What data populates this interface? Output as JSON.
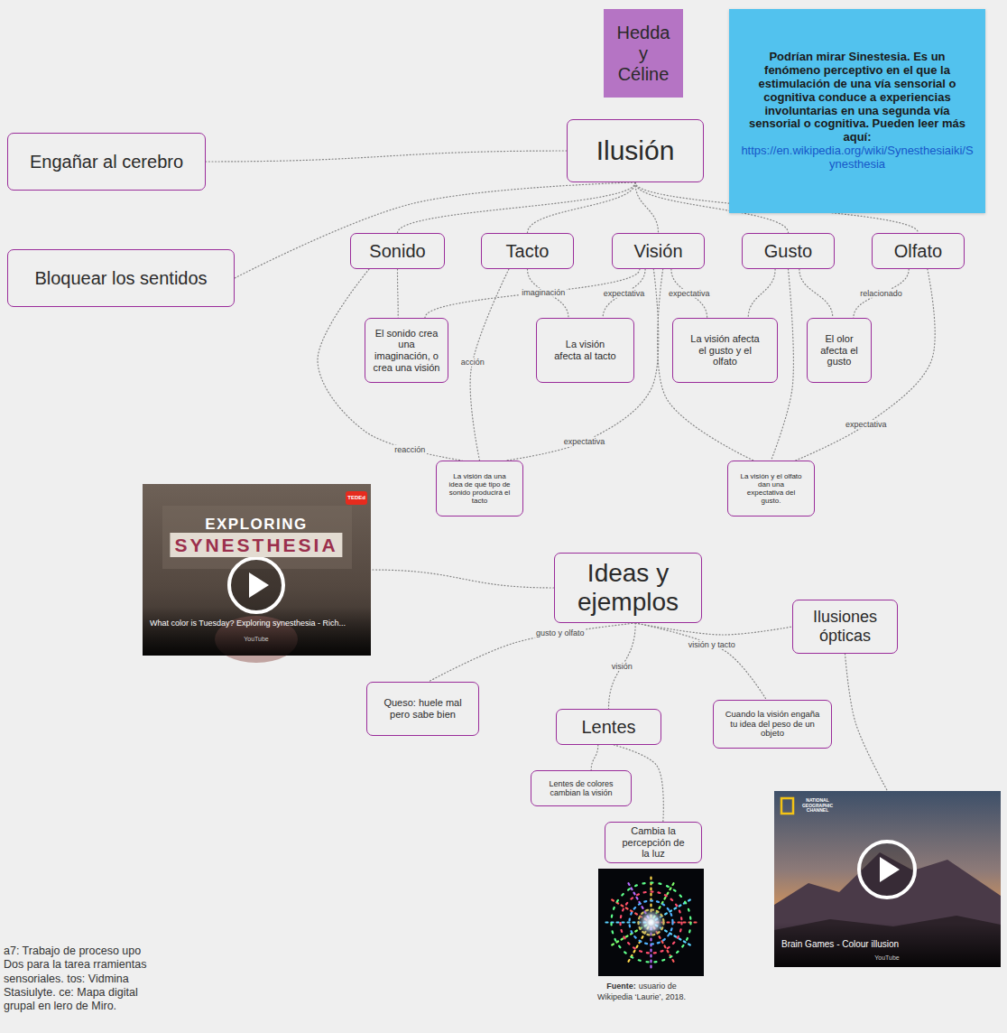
{
  "diagram": {
    "caption": "a7: Trabajo de proceso upo Dos para la tarea rramientas sensoriales. tos: Vidmina Stasiulyte. ce: Mapa digital grupal en lero de Miro.",
    "nodes": [
      {
        "text": [
          "Hedda y Céline"
        ]
      },
      {
        "text": [
          "Podrían mirar Sinestesia. Es un fenómeno perceptivo en el que la estimulación de una vía sensorial o cognitiva conduce a experiencias involuntarias en una segunda vía sensorial o cognitiva. Pueden leer más aquí:",
          "https://en.wikipedia.org/wiki/Synesthesiaiki/Synesthesia"
        ]
      },
      {
        "text": [
          "Ilusión"
        ]
      },
      {
        "text": [
          "Engañar al cerebro"
        ]
      },
      {
        "text": [
          "Bloquear los sentidos"
        ]
      },
      {
        "text": [
          "Sonido"
        ]
      },
      {
        "text": [
          "Tacto"
        ]
      },
      {
        "text": [
          "Visión"
        ]
      },
      {
        "text": [
          "Gusto"
        ]
      },
      {
        "text": [
          "Olfato"
        ]
      },
      {
        "text": [
          "El sonido crea una imaginación, o crea una visión"
        ]
      },
      {
        "text": [
          "La visión afecta al tacto"
        ]
      },
      {
        "text": [
          "La visión afecta el gusto y el olfato"
        ]
      },
      {
        "text": [
          "El olor afecta el gusto"
        ]
      },
      {
        "text": [
          "La visión da una idea de qué tipo de sonido producirá el tacto"
        ]
      },
      {
        "text": [
          "La visión y el olfato dan una expectativa del gusto."
        ]
      },
      {
        "text": [
          "EXPLORING",
          "SYNESTHESIA",
          "TEDEd",
          "What color is Tuesday? Exploring synesthesia - Rich...",
          "YouTube"
        ]
      },
      {
        "text": [
          "Ideas y ejemplos"
        ]
      },
      {
        "text": [
          "Ilusiones ópticas"
        ]
      },
      {
        "text": [
          "Queso: huele mal pero sabe bien"
        ]
      },
      {
        "text": [
          "Lentes"
        ]
      },
      {
        "text": [
          "Cuando la visión engaña tu idea del peso de un objeto"
        ]
      },
      {
        "text": [
          "Lentes de colores cambian la visión"
        ]
      },
      {
        "text": [
          "Cambia la percepción de la luz"
        ]
      },
      {
        "text": [
          "NATIONAL GEOGRAPHIC CHANNEL",
          "Brain Games - Colour illusion",
          "YouTube"
        ]
      }
    ],
    "edges": [
      {
        "from": 2,
        "to": 3,
        "arrow": "none"
      },
      {
        "from": 2,
        "to": 4,
        "arrow": "none"
      },
      {
        "from": 2,
        "to": 5,
        "arrow": "none"
      },
      {
        "from": 2,
        "to": 6,
        "arrow": "none"
      },
      {
        "from": 2,
        "to": 7,
        "arrow": "none"
      },
      {
        "from": 2,
        "to": 8,
        "arrow": "none"
      },
      {
        "from": 2,
        "to": 9,
        "arrow": "none"
      },
      {
        "from": 5,
        "to": 10,
        "arrow": "none"
      },
      {
        "from": 7,
        "to": 10,
        "label": "imaginación",
        "arrow": "none"
      },
      {
        "from": 6,
        "to": 11,
        "arrow": "none"
      },
      {
        "from": 7,
        "to": 11,
        "label": "expectativa",
        "arrow": "none"
      },
      {
        "from": 7,
        "to": 12,
        "label": "expectativa",
        "arrow": "none"
      },
      {
        "from": 8,
        "to": 12,
        "arrow": "none"
      },
      {
        "from": 8,
        "to": 13,
        "arrow": "none"
      },
      {
        "from": 9,
        "to": 13,
        "label": "relacionado",
        "arrow": "none"
      },
      {
        "from": 5,
        "to": 14,
        "label": "reacción",
        "arrow": "none"
      },
      {
        "from": 6,
        "to": 14,
        "label": "acción",
        "arrow": "none"
      },
      {
        "from": 7,
        "to": 14,
        "label": "expectativa",
        "arrow": "none"
      },
      {
        "from": 7,
        "to": 15,
        "arrow": "none"
      },
      {
        "from": 8,
        "to": 15,
        "arrow": "none"
      },
      {
        "from": 9,
        "to": 15,
        "label": "expectativa",
        "arrow": "none"
      },
      {
        "from": 17,
        "to": 16,
        "arrow": "none"
      },
      {
        "from": 17,
        "to": 18,
        "arrow": "none"
      },
      {
        "from": 17,
        "to": 19,
        "label": "gusto y olfato",
        "arrow": "none"
      },
      {
        "from": 17,
        "to": 20,
        "label": "visión",
        "arrow": "none"
      },
      {
        "from": 17,
        "to": 21,
        "label": "visión y tacto",
        "arrow": "none"
      },
      {
        "from": 20,
        "to": 22,
        "arrow": "none"
      },
      {
        "from": 20,
        "to": 23,
        "arrow": "none"
      },
      {
        "from": 18,
        "to": 24,
        "arrow": "none"
      }
    ],
    "labels": [
      "Fuente:",
      "usuario de Wikipedia ‘Laurie’, 2018."
    ]
  }
}
